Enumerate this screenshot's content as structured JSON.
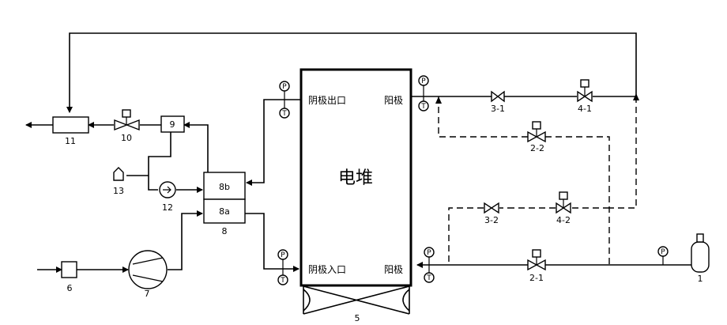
{
  "stack": {
    "title": "电堆",
    "cathode_out": "阴极出口",
    "cathode_in": "阴极入口",
    "anode_top": "阳极",
    "anode_bottom": "阳极"
  },
  "components": {
    "c1": "1",
    "c2_1": "2-1",
    "c2_2": "2-2",
    "c3_1": "3-1",
    "c3_2": "3-2",
    "c4_1": "4-1",
    "c4_2": "4-2",
    "c5": "5",
    "c6": "6",
    "c7": "7",
    "c8": "8",
    "c8a": "8a",
    "c8b": "8b",
    "c9": "9",
    "c10": "10",
    "c11": "11",
    "c12": "12",
    "c13": "13"
  },
  "sensors": {
    "pressure": "P",
    "temperature": "T"
  }
}
